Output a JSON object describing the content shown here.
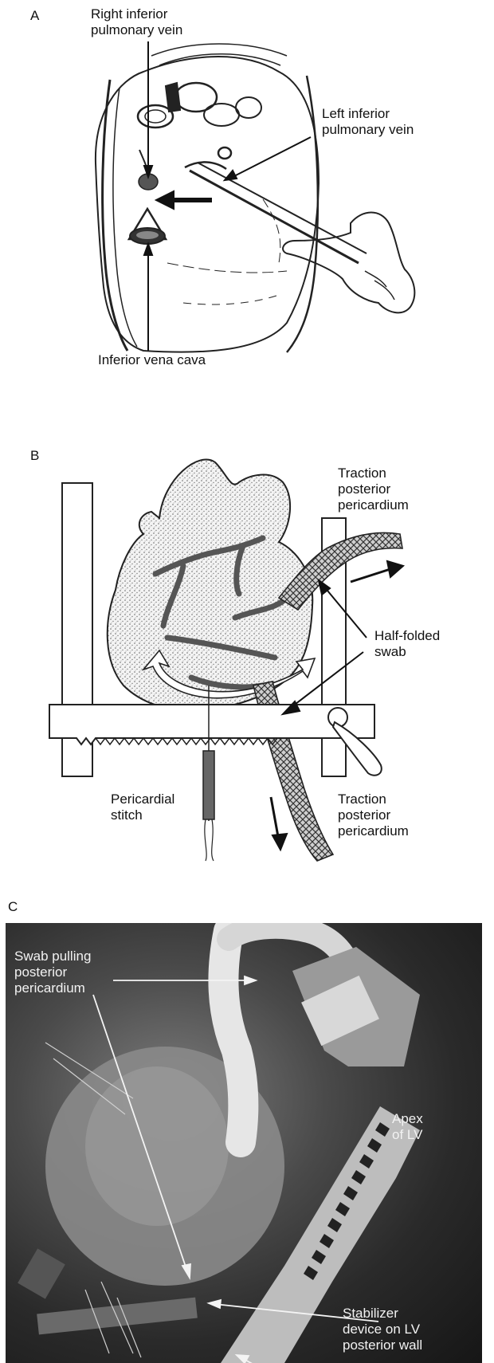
{
  "panel_a": {
    "letter": "A",
    "labels": {
      "right_inferior_pulmonary_vein": "Right inferior\npulmonary vein",
      "left_inferior_pulmonary_vein": "Left inferior\npulmonary vein",
      "inferior_vena_cava": "Inferior vena cava"
    }
  },
  "panel_b": {
    "letter": "B",
    "labels": {
      "traction_top": "Traction\nposterior\npericardium",
      "half_folded_swab": "Half-folded\nswab",
      "pericardial_stitch": "Pericardial\nstitch",
      "traction_bottom": "Traction\nposterior\npericardium"
    }
  },
  "panel_c": {
    "letter": "C",
    "labels": {
      "swab_pulling": "Swab pulling\nposterior\npericardium",
      "apex_of_lv": "Apex\nof LV",
      "stabilizer": "Stabilizer\ndevice on LV\nposterior wall"
    }
  }
}
